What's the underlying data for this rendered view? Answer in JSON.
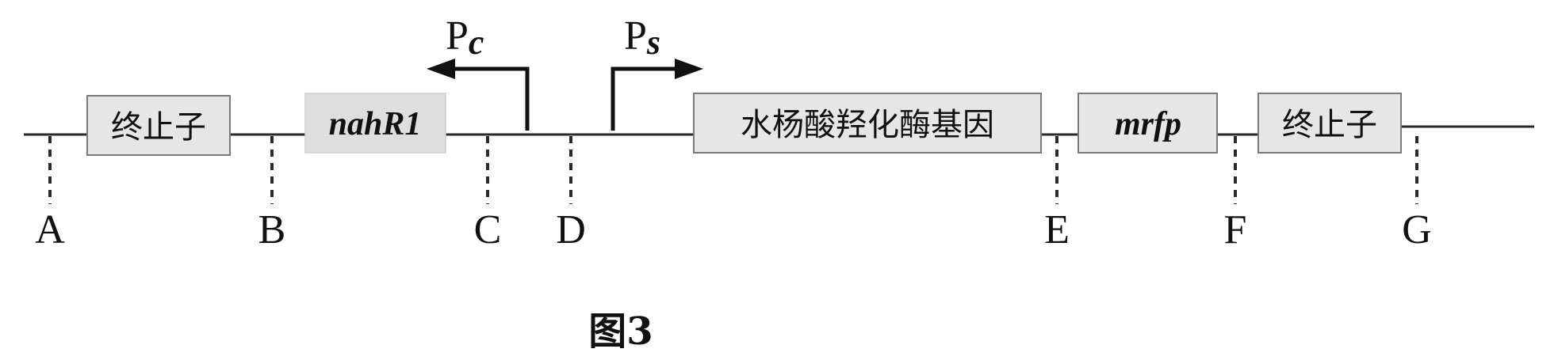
{
  "elements": {
    "terminator_left": "终止子",
    "nahR1": "nahR1",
    "salicylate_gene": "水杨酸羟化酶基因",
    "mrfp": "mrfp",
    "terminator_right": "终止子"
  },
  "promoters": {
    "pc_main": "P",
    "pc_sub": "c",
    "ps_main": "P",
    "ps_sub": "s"
  },
  "sites": [
    "A",
    "B",
    "C",
    "D",
    "E",
    "F",
    "G"
  ],
  "caption": "图3"
}
